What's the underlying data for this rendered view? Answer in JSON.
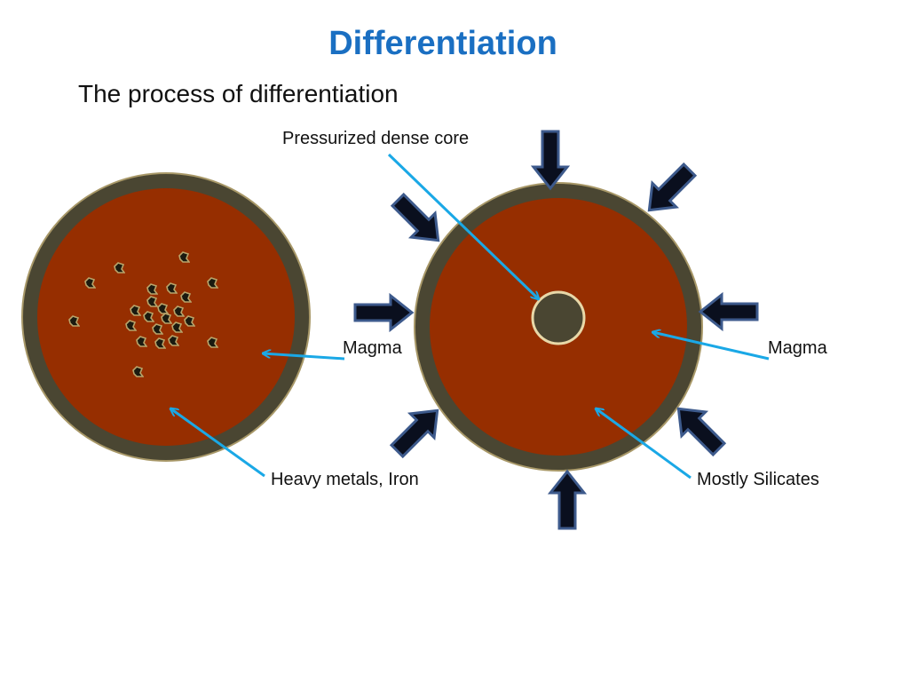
{
  "slide": {
    "title": "Differentiation",
    "subtitle": "The process of differentiation"
  },
  "labels": {
    "left_magma": "Magma",
    "heavy_metals": "Heavy metals, Iron",
    "pressurized_core": "Pressurized dense core",
    "right_magma": "Magma",
    "silicates": "Mostly Silicates"
  },
  "colors": {
    "crust": "#4a4632",
    "crust_edge": "#a89868",
    "magma": "#962e00",
    "core": "#4a4632",
    "core_edge": "#e8d8a8",
    "arrow": "#0a0f1e",
    "arrow_edge": "#3d5a8c",
    "leader": "#1aa8e6",
    "title": "#1a6fc2"
  }
}
